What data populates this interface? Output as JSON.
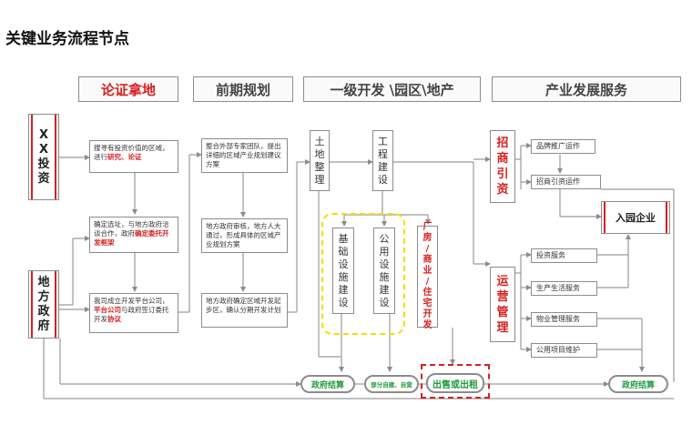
{
  "title": "关键业务流程节点",
  "headers": {
    "h1": "论证拿地",
    "h2": "前期规划",
    "h3": "一级开发 \\园区\\地产",
    "h4": "产业发展服务"
  },
  "actors": {
    "investor": [
      "X",
      "X",
      "投",
      "资"
    ],
    "gov": [
      "地",
      "方",
      "政",
      "府"
    ]
  },
  "col1": {
    "b1": {
      "pre": "搜寻有投资价值的区域，进行",
      "red": "研究、论证"
    },
    "b2": {
      "pre": "确定选址，与地方政府洽谈合作，政府",
      "red1": "确",
      "red2": "定委托开发框架"
    },
    "b3": {
      "pre": "我司成立开发平台公司，",
      "red1": "平台公司",
      "mid": "与政府签订委托开发",
      "red2": "协议"
    }
  },
  "col2": {
    "b1": "整合外部专家团队，提出详细的区域产业规划建议方案",
    "b2": "地方政府审核，地方人大通过，形成具体的区域产业规划方案",
    "b3": "地方政府确定区域开发起步区，确认分期开发计划"
  },
  "dev": {
    "land": [
      "土",
      "地",
      "整",
      "理"
    ],
    "eng": [
      "工",
      "程",
      "建",
      "设"
    ],
    "basic": [
      "基",
      "础",
      "设",
      "施",
      "建",
      "设"
    ],
    "public": [
      "公",
      "用",
      "设",
      "施",
      "建",
      "设"
    ],
    "estate": [
      "厂",
      "房",
      "/",
      "商",
      "业",
      "/",
      "住",
      "宅",
      "开",
      "发"
    ]
  },
  "service": {
    "recruit": [
      "招",
      "商",
      "引",
      "资"
    ],
    "operate": [
      "运",
      "营",
      "管",
      "理"
    ],
    "brand": "品牌推广运作",
    "invite": "招商引资运作",
    "enter": "入园企业",
    "invest": "投资服务",
    "life": "生产生活服务",
    "property": "物业管理服务",
    "public_maint": "公用项目维护"
  },
  "bottom": {
    "gov_settle1": "政府结算",
    "partial": "部分自建、自营",
    "sell": "出售或出租",
    "gov_settle2": "政府结算"
  }
}
